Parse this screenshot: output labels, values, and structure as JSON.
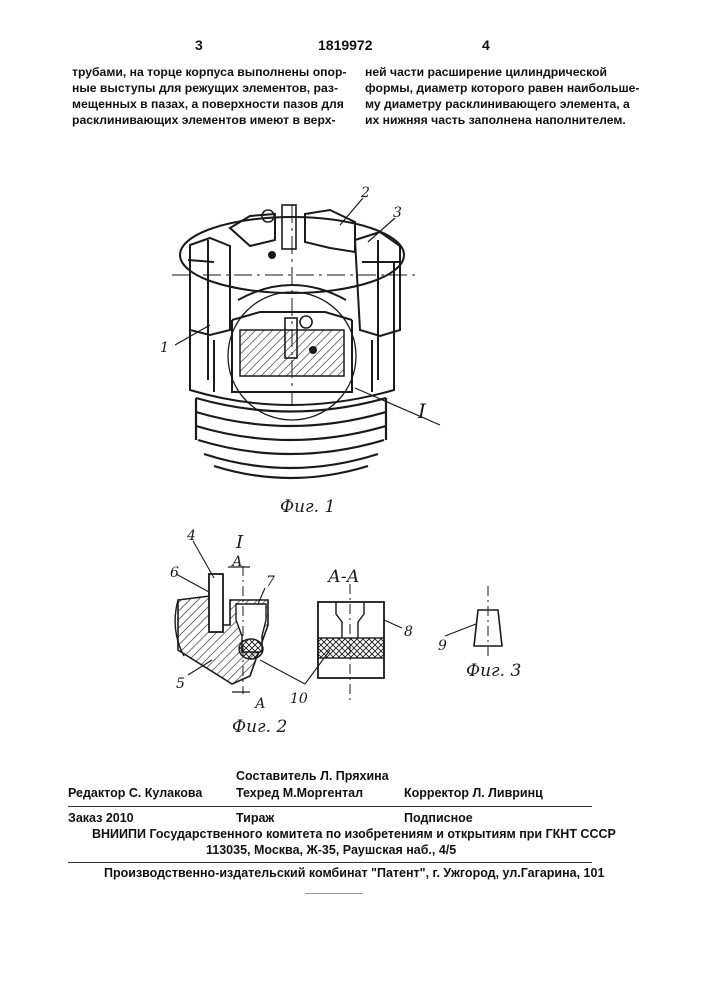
{
  "header": {
    "page_left": "3",
    "patent_number": "1819972",
    "page_right": "4"
  },
  "text": {
    "left_lines": [
      "трубами, на торце корпуса выполнены опор-",
      "ные выступы для режущих элементов, раз-",
      "мещенных в пазах, а поверхности пазов для",
      "расклинивающих элементов имеют в верх-"
    ],
    "right_lines": [
      "ней части расширение цилиндрической",
      "формы, диаметр которого равен наибольше-",
      "му диаметру расклинивающего элемента, а",
      "их нижняя часть заполнена наполнителем."
    ]
  },
  "figure1": {
    "label_1": "1",
    "label_2": "2",
    "label_3": "3",
    "detail_label": "I",
    "caption": "Фиг. 1"
  },
  "figure2": {
    "detail_label": "I",
    "section_mark": "А",
    "section_mark_bottom": "А",
    "label_4": "4",
    "label_5": "5",
    "label_6": "6",
    "label_7": "7",
    "label_10": "10",
    "caption": "Фиг. 2",
    "section_title": "А-А",
    "label_8": "8"
  },
  "figure3": {
    "label_9": "9",
    "caption": "Фиг. 3"
  },
  "credits": {
    "editor": "Редактор   С. Кулакова",
    "compiler": "Составитель   Л. Пряхина",
    "techred": "Техред М.Моргентал",
    "corrector": "Корректор  Л. Ливринц",
    "order": "Заказ  2010",
    "print_run": "Тираж",
    "subscription": "Подписное",
    "org": "ВНИИПИ Государственного комитета по изобретениям и открытиям при ГКНТ СССР",
    "address": "113035, Москва, Ж-35, Раушская наб., 4/5",
    "publisher": "Производственно-издательский комбинат \"Патент\", г. Ужгород, ул.Гагарина, 101"
  }
}
